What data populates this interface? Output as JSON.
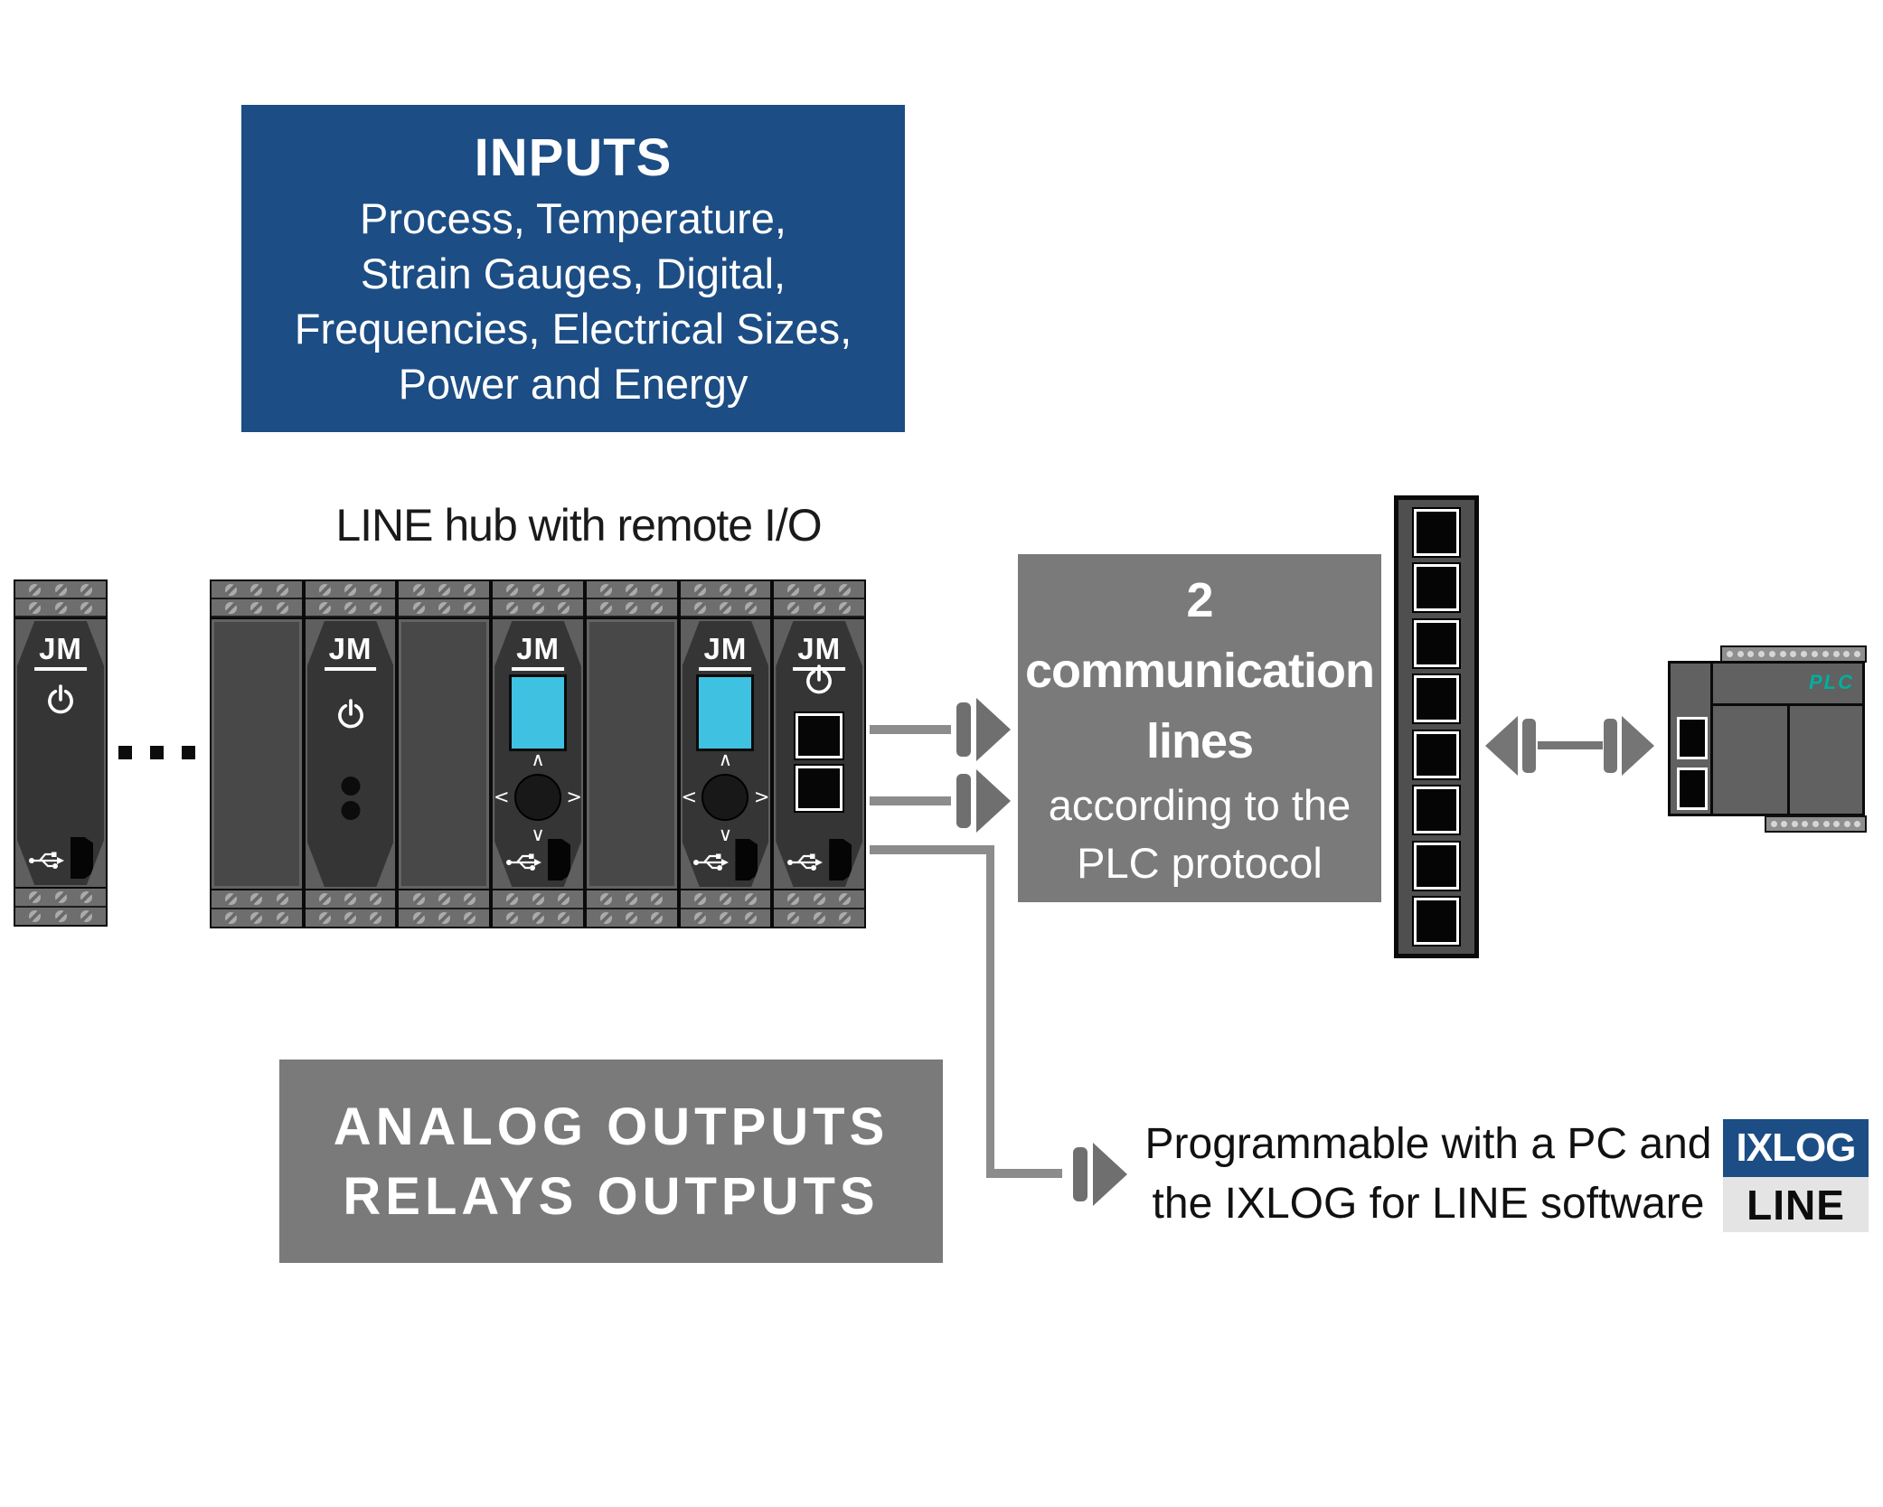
{
  "colors": {
    "accent_blue": "#1C4D84",
    "box_gray": "#7A7A7A",
    "line_gray": "#8C8C8C",
    "arrow_gray": "#6F6F6F",
    "screen_cyan": "#3FC1E1",
    "plc_teal": "#00AF9F"
  },
  "inputs_box": {
    "title": "INPUTS",
    "lines": [
      "Process, Temperature,",
      "Strain Gauges, Digital,",
      "Frequencies, Electrical Sizes,",
      "Power and Energy"
    ]
  },
  "hub_label": "LINE hub with remote I/O",
  "hub": {
    "standalone_module": {
      "type": "standalone",
      "brand": "JM"
    },
    "ellipsis_count": 3,
    "rack_modules": [
      {
        "type": "blank"
      },
      {
        "type": "basic",
        "brand": "JM"
      },
      {
        "type": "blank"
      },
      {
        "type": "display",
        "brand": "JM"
      },
      {
        "type": "blank"
      },
      {
        "type": "display",
        "brand": "JM"
      },
      {
        "type": "comm",
        "brand": "JM"
      }
    ]
  },
  "comm_box": {
    "line1": "2",
    "line2": "communication",
    "line3": "lines",
    "line4": "according to the",
    "line5": "PLC protocol"
  },
  "switch": {
    "ports": 8
  },
  "plc": {
    "label": "PLC",
    "ports": 2,
    "top_dots": 13,
    "bottom_dots": 9
  },
  "analog_box": {
    "line1": "ANALOG OUTPUTS",
    "line2": "RELAYS OUTPUTS"
  },
  "programmable": {
    "line1": "Programmable with a PC and",
    "line2": "the IXLOG for LINE software"
  },
  "logo": {
    "top": "IXLOG",
    "bottom": "LINE"
  }
}
